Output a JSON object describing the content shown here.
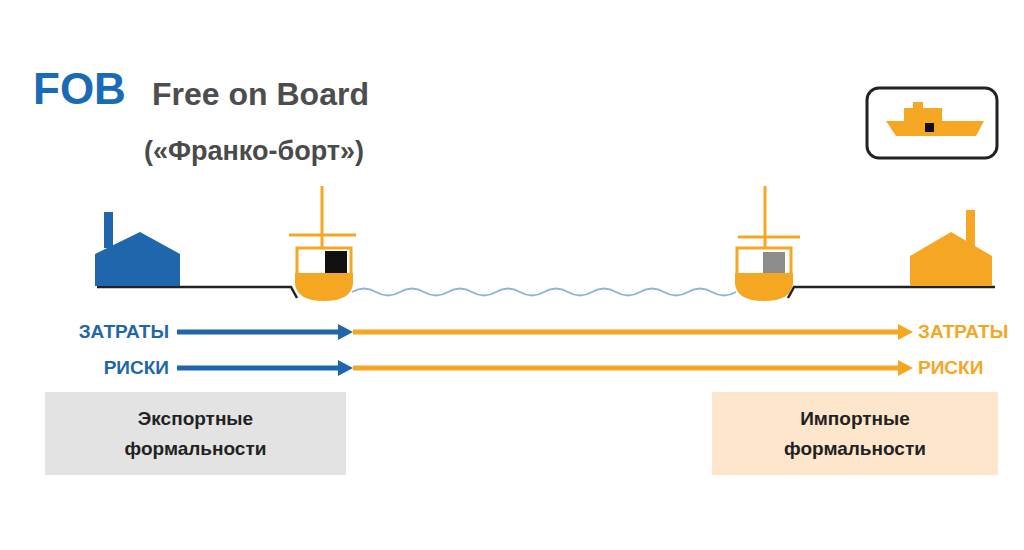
{
  "diagram": {
    "title": "FOB",
    "nodes": [
      {
        "text": [
          "Экспортные формальности"
        ]
      },
      {
        "text": [
          "Импортные формальности"
        ]
      }
    ],
    "labels": [
      "Free on Board",
      "(«Франко-борт»)",
      "ЗАТРАТЫ",
      "РИСКИ",
      "ЗАТРАТЫ",
      "РИСКИ"
    ]
  }
}
